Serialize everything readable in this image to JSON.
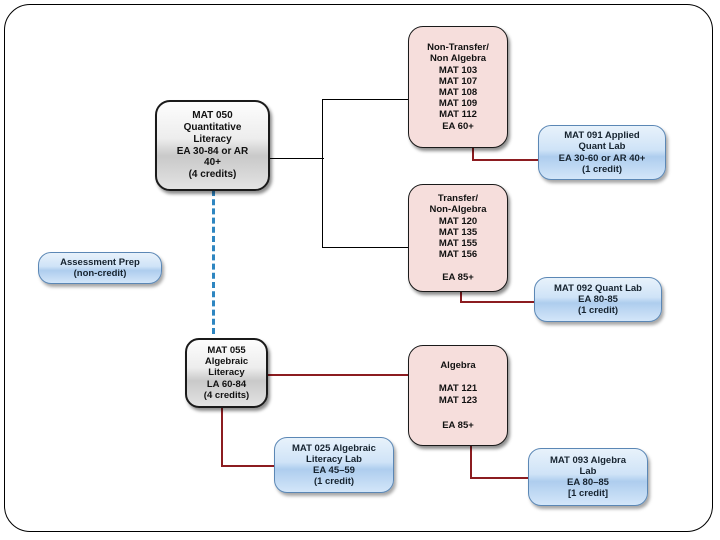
{
  "diagram": {
    "title": "Math Course Placement Pathways Flowchart",
    "colors": {
      "core_box_fill": "#d9d9d9",
      "course_group_fill": "#f6dedc",
      "lab_box_fill": "#bdd7ee",
      "lab_box_border": "#5b87b5",
      "red_connector": "#8c1c20",
      "black_connector": "#000000",
      "dashed_connector": "#2e86c1",
      "frame_border": "#000000"
    },
    "nodes": {
      "mat050": {
        "name": "MAT 050",
        "lines": [
          "MAT 050",
          "Quantitative",
          "Literacy",
          "EA 30-84 or AR",
          "40+",
          "(4 credits)"
        ]
      },
      "non_transfer": {
        "name": "Non-Transfer/Non Algebra",
        "lines": [
          "Non-Transfer/",
          "Non Algebra",
          "MAT 103",
          "MAT 107",
          "MAT 108",
          "MAT 109",
          "MAT 112",
          "EA 60+"
        ]
      },
      "mat091": {
        "name": "MAT 091 Applied Quant Lab",
        "lines": [
          "MAT 091 Applied",
          "Quant Lab",
          "EA 30-60 or AR 40+",
          "(1 credit)"
        ]
      },
      "transfer": {
        "name": "Transfer/Non-Algebra",
        "lines": [
          "Transfer/",
          "Non-Algebra",
          "MAT 120",
          "MAT 135",
          "MAT 155",
          "MAT 156",
          "",
          "EA 85+"
        ]
      },
      "mat092": {
        "name": "MAT 092 Quant Lab",
        "lines": [
          "MAT 092 Quant Lab",
          "EA 80-85",
          "(1 credit)"
        ]
      },
      "assessment_prep": {
        "name": "Assessment Prep",
        "lines": [
          "Assessment Prep",
          "(non-credit)"
        ]
      },
      "mat055": {
        "name": "MAT 055",
        "lines": [
          "MAT 055",
          "Algebraic",
          "Literacy",
          "LA 60-84",
          "(4 credits)"
        ]
      },
      "algebra": {
        "name": "Algebra",
        "lines": [
          "Algebra",
          "",
          "MAT 121",
          "MAT 123",
          "",
          "EA 85+"
        ]
      },
      "mat025": {
        "name": "MAT 025 Algebraic Literacy Lab",
        "lines": [
          "MAT 025 Algebraic",
          "Literacy Lab",
          "EA 45–59",
          "(1 credit)"
        ]
      },
      "mat093": {
        "name": "MAT 093 Algebra Lab",
        "lines": [
          "MAT 093 Algebra",
          "Lab",
          "EA 80–85",
          "[1 credit]"
        ]
      }
    }
  }
}
